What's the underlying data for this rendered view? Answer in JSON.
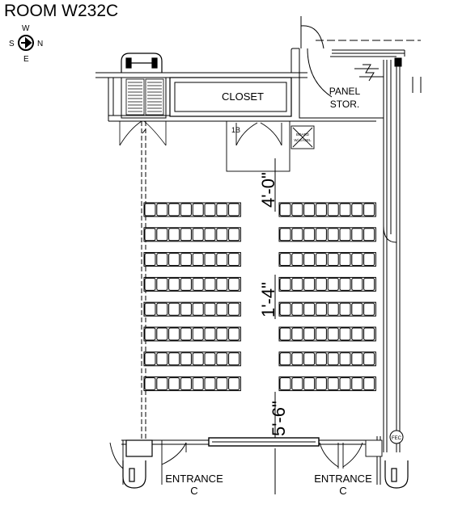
{
  "room": {
    "title": "ROOM W232C"
  },
  "compass": {
    "north": "N",
    "south": "S",
    "east": "E",
    "west": "W",
    "icon": "compass-arrow-icon"
  },
  "labels": {
    "closet": "CLOSET",
    "panel_line1": "PANEL",
    "panel_line2": "STOR.",
    "door_number": "1B",
    "board_line1": "BOARD",
    "board_line2": "W/ EASEL",
    "fec": "FEC",
    "entrance_left_line1": "ENTRANCE",
    "entrance_left_line2": "C",
    "entrance_right_line1": "ENTRANCE",
    "entrance_right_line2": "C"
  },
  "dimensions": {
    "front": "4'-0\"",
    "aisle": "1'-4\"",
    "rear": "5'-6\""
  },
  "seating": {
    "sections": [
      {
        "name": "left",
        "rows": 8,
        "seats_per_row": 8
      },
      {
        "name": "right",
        "rows": 8,
        "seats_per_row": 8
      }
    ]
  }
}
